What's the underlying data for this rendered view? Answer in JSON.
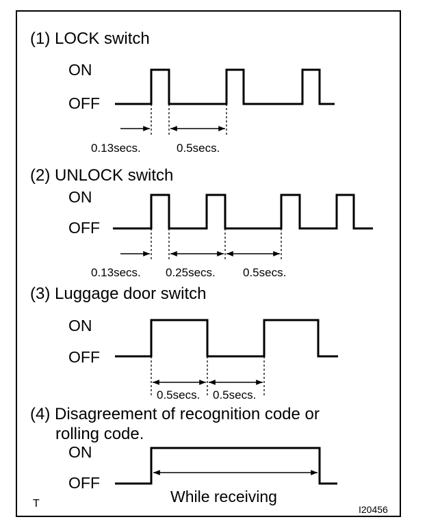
{
  "sections": [
    {
      "heading": "(1) LOCK switch",
      "on_label": "ON",
      "off_label": "OFF",
      "durations": [
        "0.13secs.",
        "0.5secs."
      ]
    },
    {
      "heading": "(2) UNLOCK switch",
      "on_label": "ON",
      "off_label": "OFF",
      "durations": [
        "0.13secs.",
        "0.25secs.",
        "0.5secs."
      ]
    },
    {
      "heading": "(3) Luggage door switch",
      "on_label": "ON",
      "off_label": "OFF",
      "durations": [
        "0.5secs.",
        "0.5secs."
      ]
    },
    {
      "heading_lines": [
        "(4) Disagreement of recognition code or",
        "rolling code."
      ],
      "on_label": "ON",
      "off_label": "OFF",
      "caption": "While receiving"
    }
  ],
  "footer": {
    "left_mark": "T",
    "figure_code": "I20456"
  }
}
